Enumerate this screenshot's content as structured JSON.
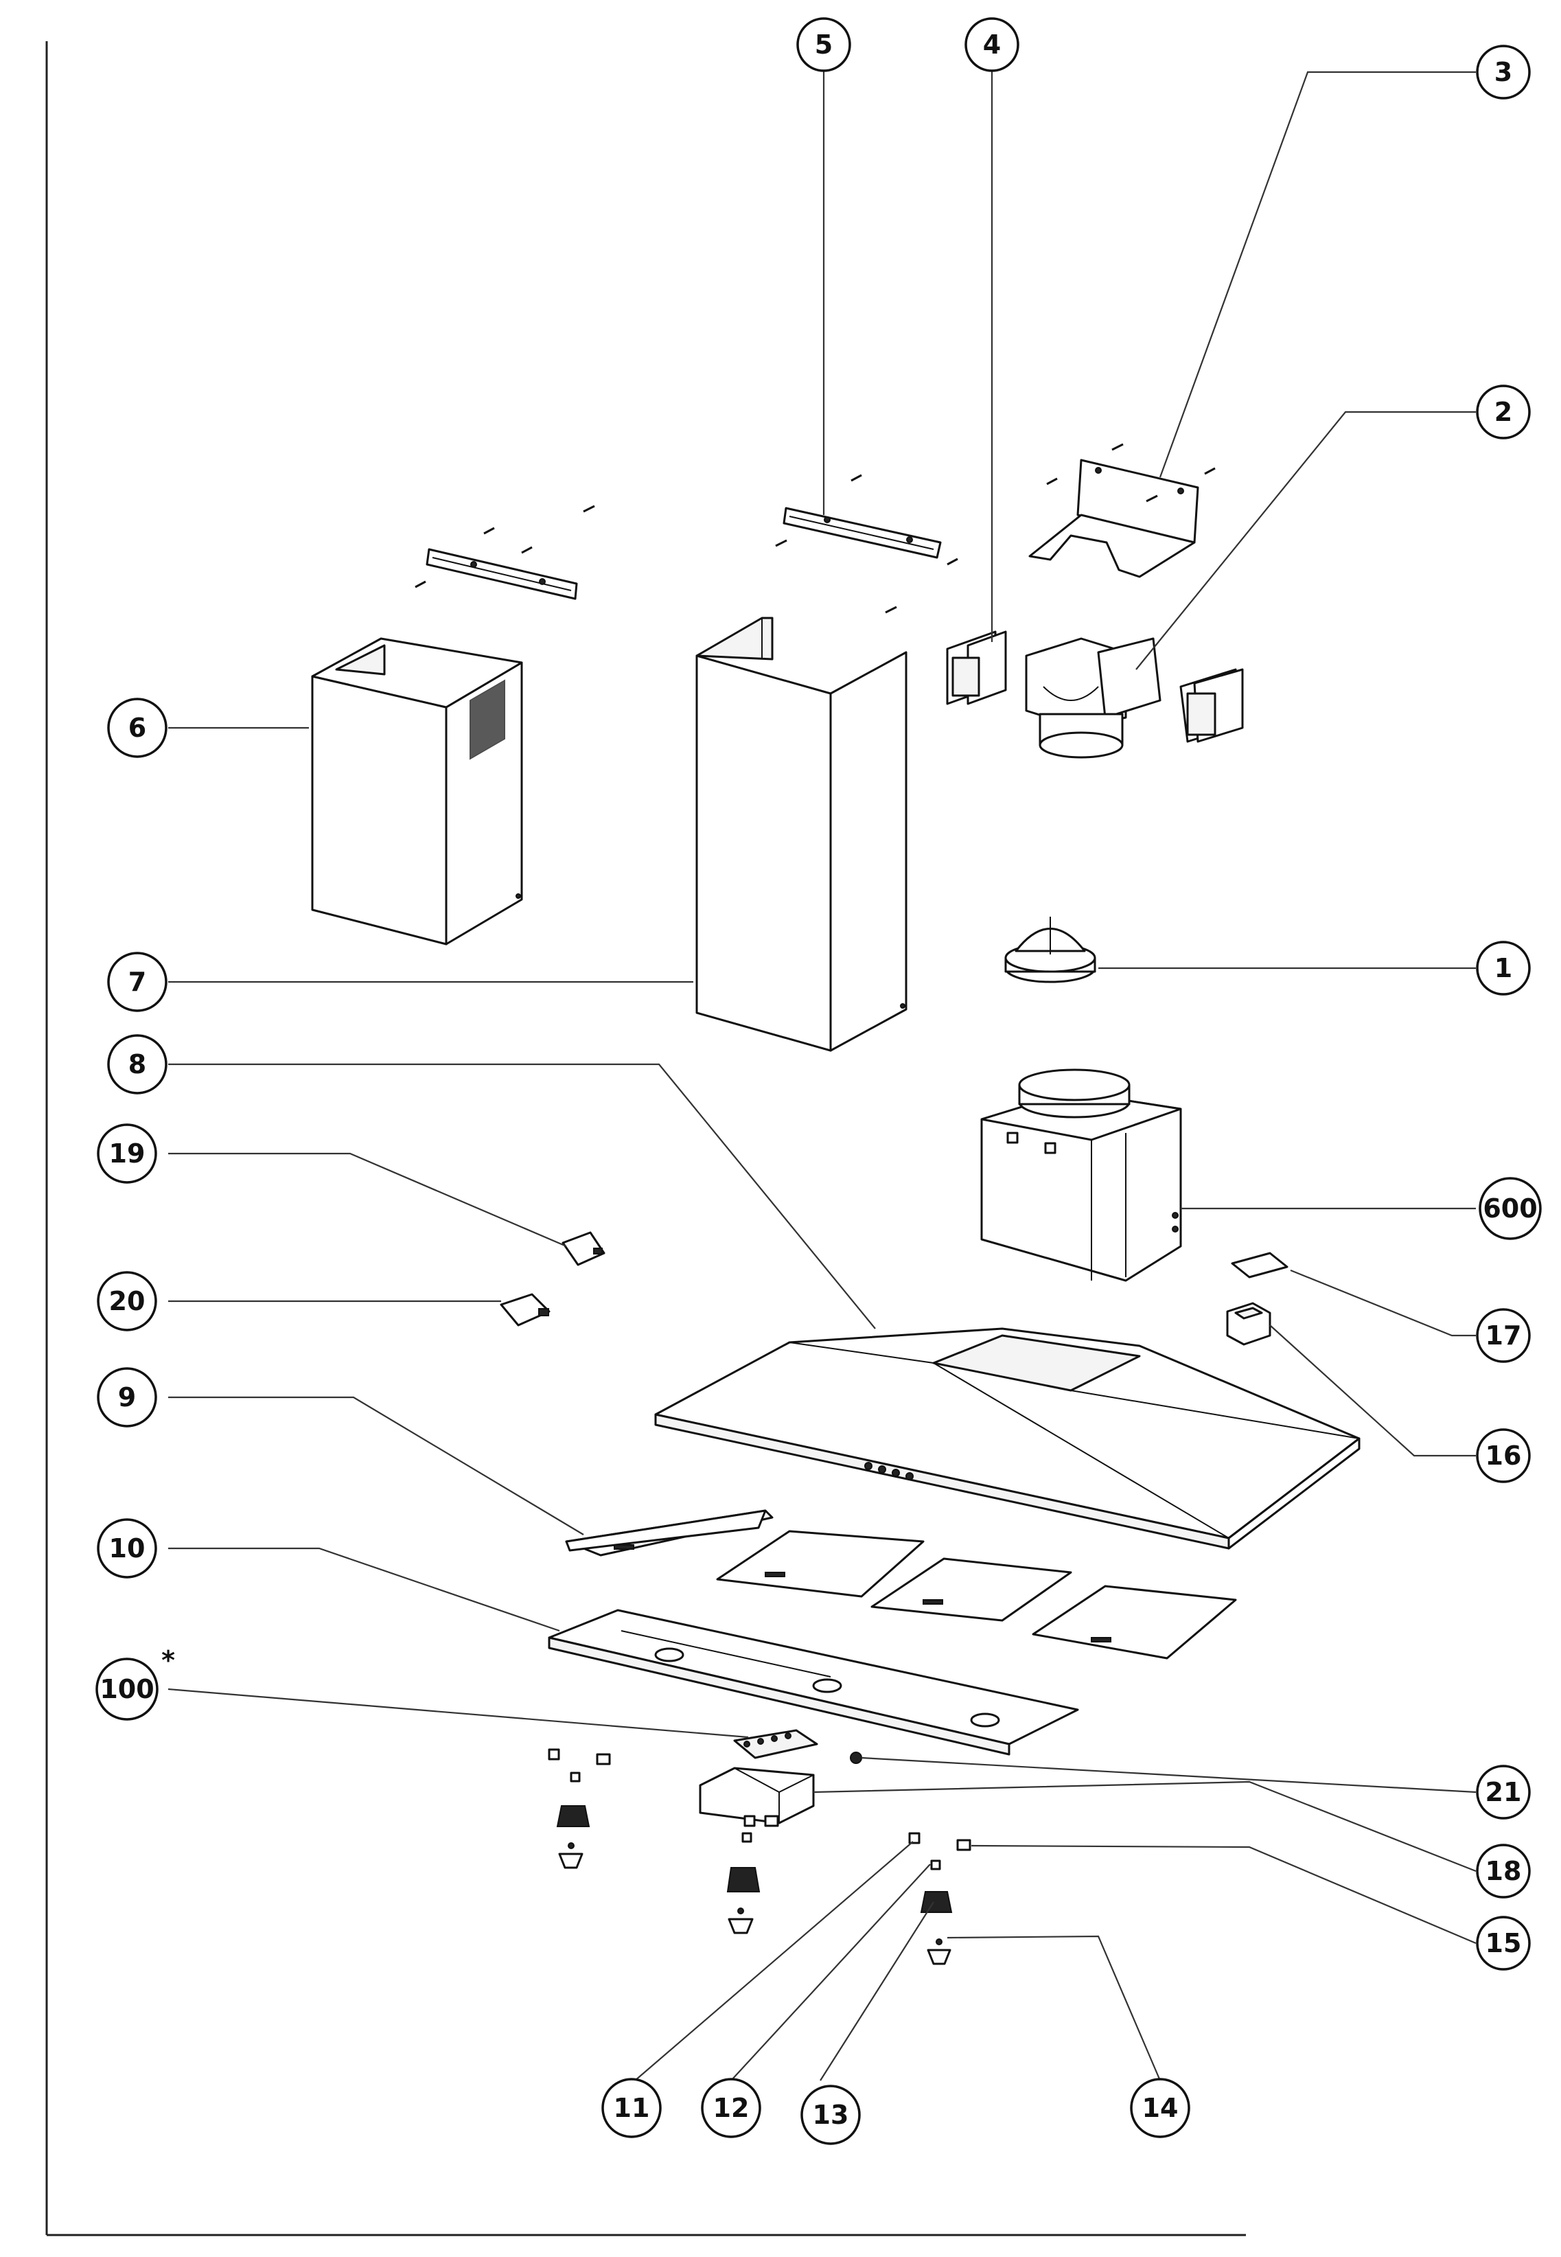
{
  "diagram": {
    "callouts": [
      {
        "key": "c5",
        "label": "5"
      },
      {
        "key": "c4",
        "label": "4"
      },
      {
        "key": "c3",
        "label": "3"
      },
      {
        "key": "c2",
        "label": "2"
      },
      {
        "key": "c6",
        "label": "6"
      },
      {
        "key": "c7",
        "label": "7"
      },
      {
        "key": "c1",
        "label": "1"
      },
      {
        "key": "c8",
        "label": "8"
      },
      {
        "key": "c19",
        "label": "19"
      },
      {
        "key": "c600",
        "label": "600"
      },
      {
        "key": "c20",
        "label": "20"
      },
      {
        "key": "c17",
        "label": "17"
      },
      {
        "key": "c9",
        "label": "9"
      },
      {
        "key": "c16",
        "label": "16"
      },
      {
        "key": "c10",
        "label": "10"
      },
      {
        "key": "c100",
        "label": "100"
      },
      {
        "key": "c21",
        "label": "21"
      },
      {
        "key": "c18",
        "label": "18"
      },
      {
        "key": "c15",
        "label": "15"
      },
      {
        "key": "c11",
        "label": "11"
      },
      {
        "key": "c12",
        "label": "12"
      },
      {
        "key": "c13",
        "label": "13"
      },
      {
        "key": "c14",
        "label": "14"
      }
    ],
    "asterisk": "*"
  }
}
